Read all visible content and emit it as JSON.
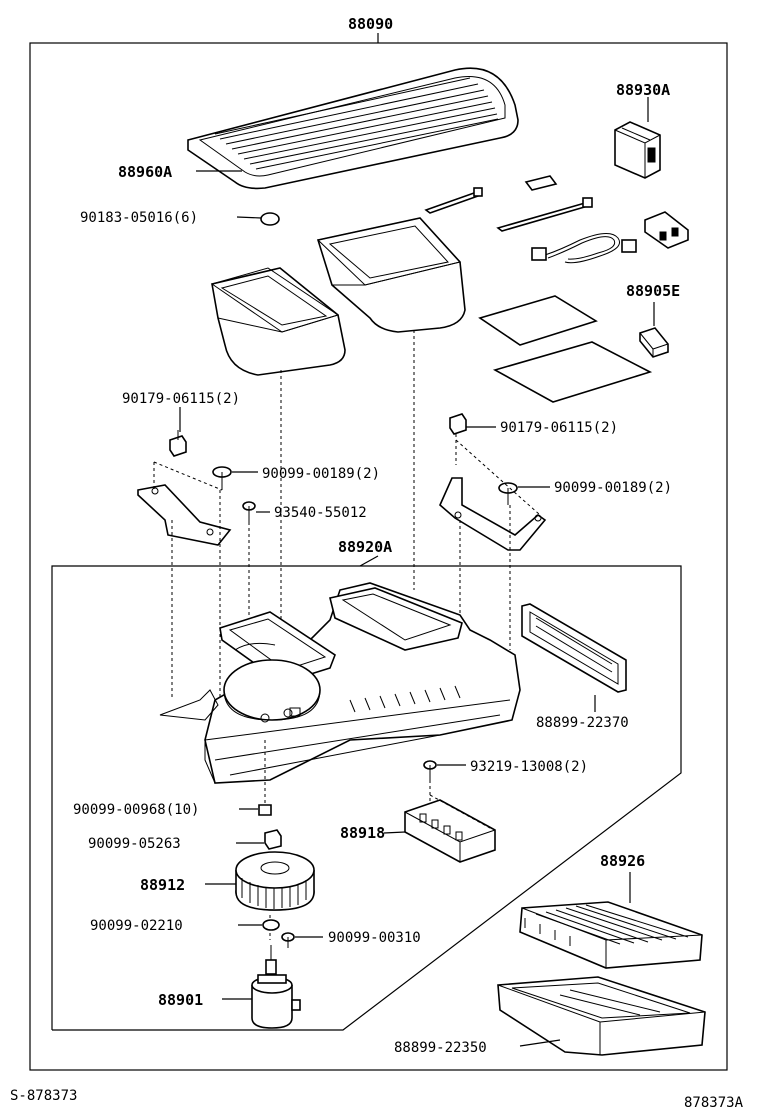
{
  "labels": {
    "assy_top": "88090",
    "filter_cover": "88960A",
    "clip_top": "90183-05016(6)",
    "switch": "88930A",
    "relay": "88905E",
    "nut_left": "90179-06115(2)",
    "nut_right": "90179-06115(2)",
    "bolt_left": "90099-00189(2)",
    "bolt_right": "90099-00189(2)",
    "screw_left": "93540-55012",
    "unit_assy": "88920A",
    "side_cover": "88899-22370",
    "screw_mid": "93219-13008(2)",
    "screw_motor": "90099-00968(10)",
    "nut_motor": "90099-05263",
    "fan": "88912",
    "washer": "90099-02210",
    "clip_motor": "90099-00310",
    "motor": "88901",
    "resistor": "88918",
    "filter": "88926",
    "filter_case": "88899-22350",
    "footer_left": "S-878373",
    "footer_right": "878373A"
  }
}
